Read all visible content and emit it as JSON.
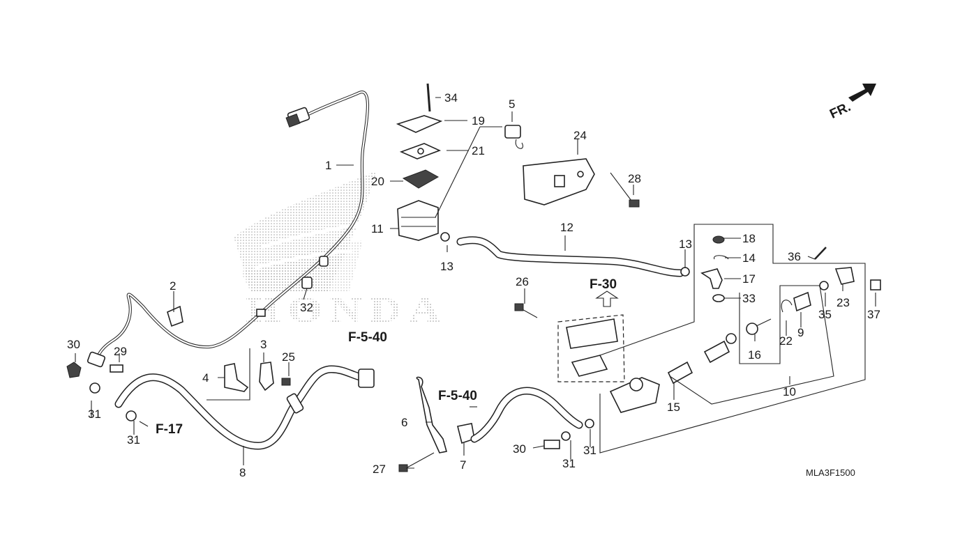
{
  "diagram_code": "MLA3F1500",
  "direction_marker": "FR.",
  "brand_watermark": "HONDA",
  "references": {
    "f30": "F-30",
    "f540_upper": "F-5-40",
    "f540_lower": "F-5-40",
    "f17": "F-17"
  },
  "callouts": {
    "c1": "1",
    "c2": "2",
    "c3": "3",
    "c4": "4",
    "c5": "5",
    "c6": "6",
    "c7": "7",
    "c8": "8",
    "c9": "9",
    "c10": "10",
    "c11": "11",
    "c12": "12",
    "c13a": "13",
    "c13b": "13",
    "c14": "14",
    "c15": "15",
    "c16": "16",
    "c17": "17",
    "c18": "18",
    "c19": "19",
    "c20": "20",
    "c21": "21",
    "c22": "22",
    "c23": "23",
    "c24": "24",
    "c25": "25",
    "c26": "26",
    "c27": "27",
    "c28": "28",
    "c29": "29",
    "c30a": "30",
    "c30b": "30",
    "c31a": "31",
    "c31b": "31",
    "c31c": "31",
    "c31d": "31",
    "c32": "32",
    "c33": "33",
    "c34": "34",
    "c35": "35",
    "c36": "36",
    "c37": "37"
  }
}
